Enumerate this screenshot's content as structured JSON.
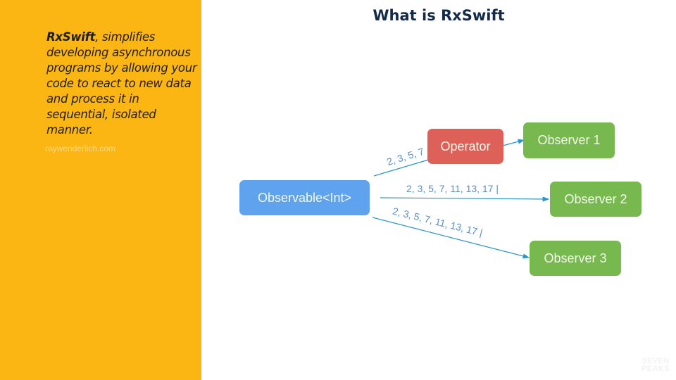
{
  "sidebar": {
    "intro_bold": "RxSwift",
    "intro_rest": ", simplifies developing asynchronous programs by allowing your code to react to new data and process it in sequential, isolated manner.",
    "source": "raywenderlich.com",
    "background_color": "#FBB613"
  },
  "title": "What is RxSwift",
  "diagram": {
    "observable": "Observable<Int>",
    "operator": "Operator",
    "observers": [
      "Observer 1",
      "Observer 2",
      "Observer 3"
    ],
    "streams": {
      "to_operator": "2, 3, 5, 7",
      "to_observer_2": "2, 3, 5, 7, 11, 13, 17  |",
      "to_observer_3": "2, 3, 5, 7, 11, 13, 17  |"
    },
    "colors": {
      "observable": "#5fa3ef",
      "operator": "#dd6158",
      "observer": "#78b94f",
      "arrow": "#2a97c9"
    }
  },
  "logo": {
    "line1": "SEVEN",
    "line2": "PEAKS"
  }
}
